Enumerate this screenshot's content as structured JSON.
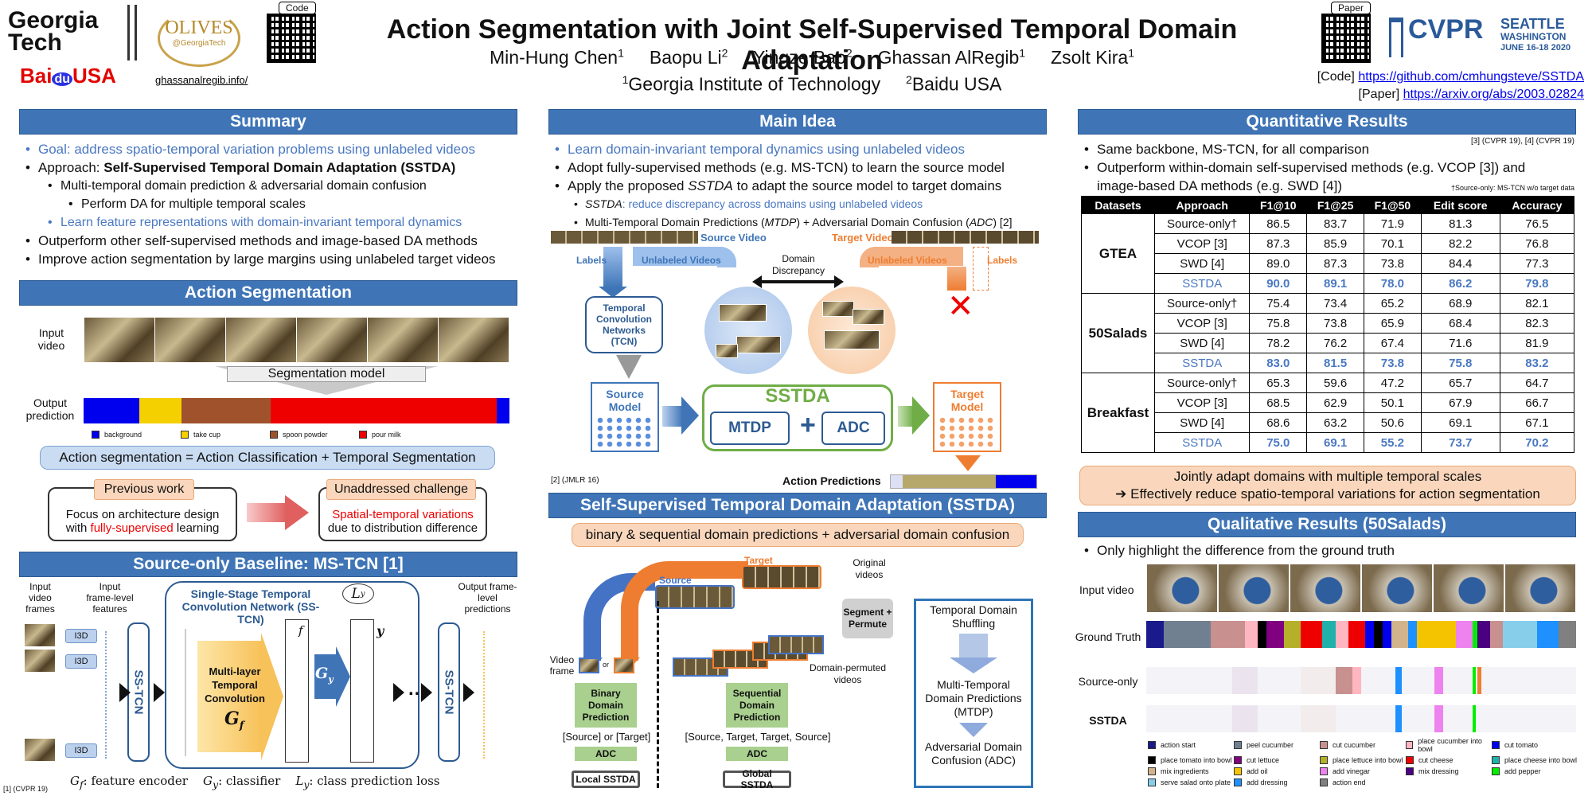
{
  "header": {
    "title": "Action Segmentation with Joint Self-Supervised Temporal Domain Adaptation",
    "authors": [
      "Min-Hung Chen",
      "Baopu Li",
      "Yingze Bao",
      "Ghassan AlRegib",
      "Zsolt Kira"
    ],
    "author_sups": [
      "1",
      "2",
      "2",
      "1",
      "1"
    ],
    "affil1": "Georgia Institute of Technology",
    "affil2": "Baidu USA",
    "sup1": "1",
    "sup2": "2",
    "logo_gt": "Georgia Tech",
    "logo_olives": "OLIVES",
    "logo_olives_sub": "@GeorgiaTech",
    "olives_link": "ghassanalregib.info/",
    "logo_baidu": "Bai",
    "logo_baidu_du": "du",
    "logo_baidu_usa": "USA",
    "qr_code_label": "Code",
    "qr_paper_label": "Paper",
    "cvpr": "CVPR",
    "cvpr_city": "SEATTLE",
    "cvpr_state": "WASHINGTON",
    "cvpr_dates": "JUNE 16-18 2020",
    "code_label": "[Code]",
    "code_url": "https://github.com/cmhungsteve/SSTDA",
    "paper_label": "[Paper]",
    "paper_url": "https://arxiv.org/abs/2003.02824"
  },
  "summary": {
    "title": "Summary",
    "b1": "Goal: address spatio-temporal variation problems using unlabeled videos",
    "b2_pre": "Approach: ",
    "b2_bold": "Self-Supervised Temporal Domain Adaptation (SSTDA)",
    "b3": "Multi-temporal domain prediction & adversarial domain confusion",
    "b4": "Perform DA for multiple temporal scales",
    "b5": "Learn feature representations with domain-invariant temporal dynamics",
    "b6": "Outperform other self-supervised methods and image-based DA methods",
    "b7": "Improve action segmentation by large margins using unlabeled target videos"
  },
  "action_seg": {
    "title": "Action Segmentation",
    "input_label": "Input video",
    "model_label": "Segmentation model",
    "output_label": "Output prediction",
    "legend": [
      "background",
      "take cup",
      "spoon powder",
      "pour milk"
    ],
    "legend_colors": [
      "#0000ee",
      "#f5d000",
      "#a0522d",
      "#ee0000"
    ],
    "equation": "Action segmentation = Action Classification + Temporal Segmentation",
    "prev_title": "Previous work",
    "prev_l1": "Focus on architecture design",
    "prev_l2_pre": "with ",
    "prev_l2_red": "fully-supervised",
    "prev_l2_post": " learning",
    "chal_title": "Unaddressed challenge",
    "chal_l1": "Spatial-temporal variations",
    "chal_l2": "due to distribution difference"
  },
  "baseline": {
    "title": "Source-only Baseline: MS-TCN [1]",
    "input_frames": "Input video frames",
    "input_feats": "Input frame-level features",
    "output_preds": "Output frame-level predictions",
    "i3d": "I3D",
    "sstcn": "SS-TCN",
    "ss_title": "Single-Stage Temporal Convolution Network (SS-TCN)",
    "mltc": "Multi-layer Temporal Convolution",
    "gf": "G",
    "gf_sub": "f",
    "gy": "G",
    "gy_sub": "y",
    "ly": "L",
    "ly_sub": "y",
    "f": "f",
    "y": "y",
    "dots": "…",
    "leg_gf": ": feature encoder",
    "leg_gy": ": classifier",
    "leg_ly": ": class prediction loss",
    "ref": "[1] (CVPR 19)"
  },
  "main_idea": {
    "title": "Main Idea",
    "b1": "Learn domain-invariant temporal dynamics using unlabeled videos",
    "b2": "Adopt fully-supervised methods (e.g. MS-TCN) to learn the source model",
    "b3_pre": "Apply the proposed ",
    "b3_it": "SSTDA",
    "b3_post": " to adapt the source model to target domains",
    "b4_it": "SSTDA",
    "b4_blue": ": reduce discrepancy across domains using unlabeled videos",
    "b5_pre": "Multi-Temporal Domain Predictions (",
    "b5_it1": "MTDP",
    "b5_mid": ") + Adversarial Domain Confusion (",
    "b5_it2": "ADC",
    "b5_post": ") [2]",
    "source_video": "Source Video",
    "target_video": "Target Video",
    "labels": "Labels",
    "unlabeled": "Unlabeled Videos",
    "discrepancy": "Domain Discrepancy",
    "tcn": "Temporal Convolution Networks (TCN)",
    "source_model": "Source Model",
    "target_model": "Target Model",
    "sstda": "SSTDA",
    "mtdp": "MTDP",
    "plus": "+",
    "adc": "ADC",
    "action_preds": "Action Predictions",
    "ref": "[2] (JMLR 16)"
  },
  "sstda": {
    "title": "Self-Supervised Temporal Domain Adaptation (SSTDA)",
    "sub": "binary & sequential domain predictions + adversarial domain confusion",
    "source": "Source",
    "target": "Target",
    "original": "Original videos",
    "segperm": "Segment + Permute",
    "permuted": "Domain-permuted videos",
    "video_frame": "Video frame",
    "or": "or",
    "binary": "Binary Domain Prediction",
    "sequential": "Sequential Domain Prediction",
    "bin_out": "[Source] or [Target]",
    "seq_out": "[Source, Target, Target, Source]",
    "adc": "ADC",
    "local": "Local SSTDA",
    "global": "Global SSTDA",
    "tds": "Temporal Domain Shuffling",
    "mtdp": "Multi-Temporal Domain Predictions (MTDP)",
    "adc_full": "Adversarial Domain Confusion (ADC)"
  },
  "quant": {
    "title": "Quantitative Results",
    "refs": "[3] (CVPR 19), [4] (CVPR 19)",
    "b1": "Same backbone, MS-TCN, for all comparison",
    "b2": "Outperform within-domain self-supervised methods (e.g. VCOP [3]) and image-based DA methods (e.g. SWD [4])",
    "note": "†Source-only: MS-TCN w/o target data",
    "headers": [
      "Datasets",
      "Approach",
      "F1@10",
      "F1@25",
      "F1@50",
      "Edit score",
      "Accuracy"
    ],
    "datasets": [
      {
        "name": "GTEA",
        "rows": [
          {
            "approach": "Source-only†",
            "vals": [
              "86.5",
              "83.7",
              "71.9",
              "81.3",
              "76.5"
            ]
          },
          {
            "approach": "VCOP [3]",
            "vals": [
              "87.3",
              "85.9",
              "70.1",
              "82.2",
              "76.8"
            ]
          },
          {
            "approach": "SWD [4]",
            "vals": [
              "89.0",
              "87.3",
              "73.8",
              "84.4",
              "77.3"
            ]
          },
          {
            "approach": "SSTDA",
            "vals": [
              "90.0",
              "89.1",
              "78.0",
              "86.2",
              "79.8"
            ]
          }
        ]
      },
      {
        "name": "50Salads",
        "rows": [
          {
            "approach": "Source-only†",
            "vals": [
              "75.4",
              "73.4",
              "65.2",
              "68.9",
              "82.1"
            ]
          },
          {
            "approach": "VCOP [3]",
            "vals": [
              "75.8",
              "73.8",
              "65.9",
              "68.4",
              "82.3"
            ]
          },
          {
            "approach": "SWD [4]",
            "vals": [
              "78.2",
              "76.2",
              "67.4",
              "71.6",
              "81.9"
            ]
          },
          {
            "approach": "SSTDA",
            "vals": [
              "83.0",
              "81.5",
              "73.8",
              "75.8",
              "83.2"
            ]
          }
        ]
      },
      {
        "name": "Breakfast",
        "rows": [
          {
            "approach": "Source-only†",
            "vals": [
              "65.3",
              "59.6",
              "47.2",
              "65.7",
              "64.7"
            ]
          },
          {
            "approach": "VCOP [3]",
            "vals": [
              "68.5",
              "62.9",
              "50.1",
              "67.9",
              "66.7"
            ]
          },
          {
            "approach": "SWD [4]",
            "vals": [
              "68.6",
              "63.2",
              "50.6",
              "69.1",
              "67.1"
            ]
          },
          {
            "approach": "SSTDA",
            "vals": [
              "75.0",
              "69.1",
              "55.2",
              "73.7",
              "70.2"
            ]
          }
        ]
      }
    ],
    "conclusion1": "Jointly adapt domains with multiple temporal scales",
    "conclusion2": "➔ Effectively reduce spatio-temporal variations for action segmentation"
  },
  "qual": {
    "title": "Qualitative Results (50Salads)",
    "b1": "Only highlight the difference from the ground truth",
    "input": "Input video",
    "gt": "Ground Truth",
    "src": "Source-only",
    "sstda": "SSTDA",
    "legend": [
      "action start",
      "peel cucumber",
      "cut cucumber",
      "place cucumber into bowl",
      "cut tomato",
      "place tomato into bowl",
      "cut lettuce",
      "place lettuce into bowl",
      "cut cheese",
      "place cheese into bowl",
      "mix ingredients",
      "add oil",
      "add vinegar",
      "mix dressing",
      "add pepper",
      "serve salad onto plate",
      "add dressing",
      "action end"
    ],
    "legend_colors": [
      "#1a1a8c",
      "#708090",
      "#c99090",
      "#ffb6c1",
      "#0000ee",
      "#000000",
      "#800080",
      "#b5b02a",
      "#ee0000",
      "#20b2aa",
      "#d2b48c",
      "#f5c400",
      "#ee82ee",
      "#4b0082",
      "#00ee00",
      "#87ceeb",
      "#1e90ff",
      "#808080"
    ]
  }
}
